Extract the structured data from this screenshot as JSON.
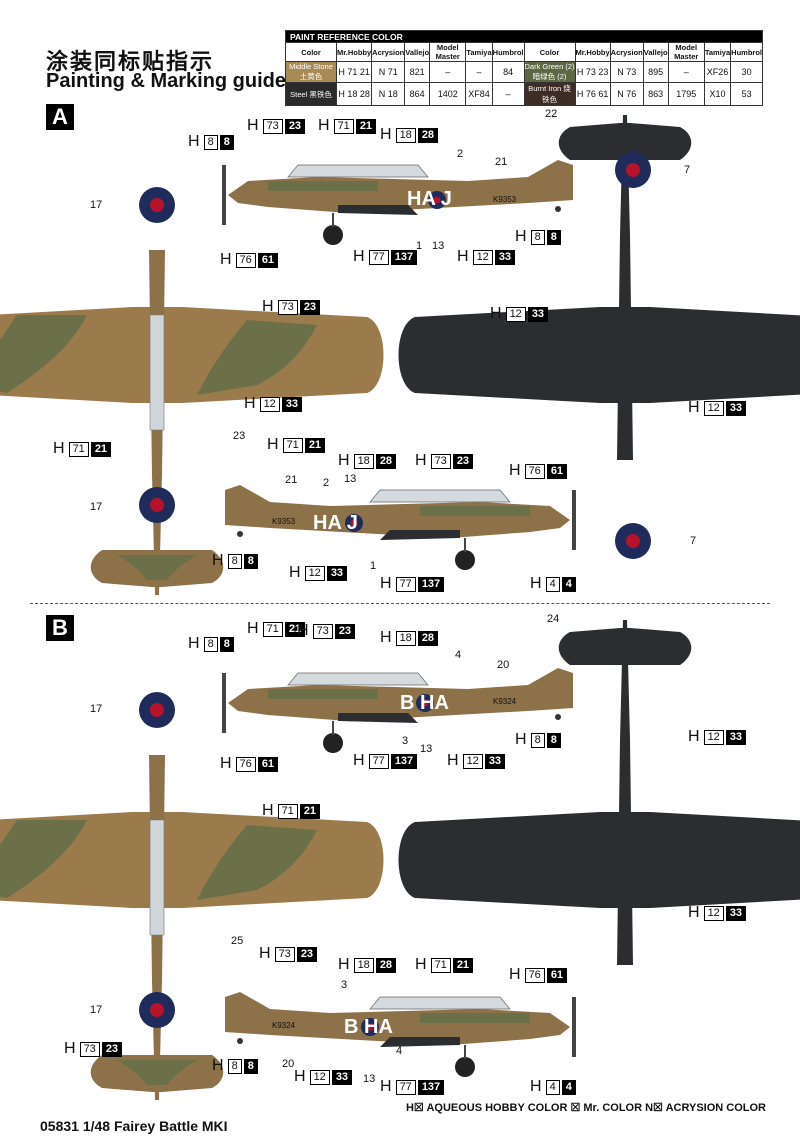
{
  "header": {
    "title_cn": "涂装同标贴指示",
    "title_en": "Painting & Marking guide"
  },
  "paint_table": {
    "heading": "PAINT REFERENCE COLOR",
    "columns": [
      "Color",
      "Mr.Hobby",
      "Acrysion",
      "Vallejo",
      "Model Master",
      "Tamiya",
      "Humbrol"
    ],
    "left_rows": [
      {
        "color": "Middle Stone 土黄色",
        "swatch": "#a88a55",
        "mrhobby": "H 71 21",
        "acrysion": "N 71",
        "vallejo": "821",
        "model_master": "–",
        "tamiya": "–",
        "humbrol": "84"
      },
      {
        "color": "Steel 黑铁色",
        "swatch": "#2a2a2a",
        "mrhobby": "H 18 28",
        "acrysion": "N 18",
        "vallejo": "864",
        "model_master": "1402",
        "tamiya": "XF84",
        "humbrol": "–"
      }
    ],
    "right_rows": [
      {
        "color": "Dark Green (2) 暗绿色 (2)",
        "swatch": "#5d6843",
        "mrhobby": "H 73 23",
        "acrysion": "N 73",
        "vallejo": "895",
        "model_master": "–",
        "tamiya": "XF26",
        "humbrol": "30"
      },
      {
        "color": "Burnt Iron 烧铁色",
        "swatch": "#3d2d25",
        "mrhobby": "H 76 61",
        "acrysion": "N 76",
        "vallejo": "863",
        "model_master": "1795",
        "tamiya": "X10",
        "humbrol": "53"
      }
    ]
  },
  "sections": [
    {
      "letter": "A",
      "code": "HA J",
      "serial": "K9353"
    },
    {
      "letter": "B",
      "code": "B HA",
      "serial": "K9324"
    }
  ],
  "callouts_a": [
    {
      "h": "H",
      "w": "8",
      "k": "8"
    },
    {
      "h": "H",
      "w": "73",
      "k": "23"
    },
    {
      "h": "H",
      "w": "71",
      "k": "21"
    },
    {
      "h": "H",
      "w": "18",
      "k": "28"
    },
    {
      "h": "H",
      "w": "76",
      "k": "61"
    },
    {
      "h": "H",
      "w": "77",
      "k": "137"
    },
    {
      "h": "H",
      "w": "12",
      "k": "33"
    },
    {
      "h": "H",
      "w": "8",
      "k": "8"
    },
    {
      "h": "H",
      "w": "73",
      "k": "23"
    },
    {
      "h": "H",
      "w": "12",
      "k": "33"
    },
    {
      "h": "H",
      "w": "12",
      "k": "33"
    },
    {
      "h": "H",
      "w": "12",
      "k": "33"
    },
    {
      "h": "H",
      "w": "71",
      "k": "21"
    },
    {
      "h": "H",
      "w": "71",
      "k": "21"
    },
    {
      "h": "H",
      "w": "18",
      "k": "28"
    },
    {
      "h": "H",
      "w": "73",
      "k": "23"
    },
    {
      "h": "H",
      "w": "76",
      "k": "61"
    },
    {
      "h": "H",
      "w": "8",
      "k": "8"
    },
    {
      "h": "H",
      "w": "12",
      "k": "33"
    },
    {
      "h": "H",
      "w": "77",
      "k": "137"
    },
    {
      "h": "H",
      "w": "4",
      "k": "4"
    }
  ],
  "callouts_b": [
    {
      "h": "H",
      "w": "8",
      "k": "8"
    },
    {
      "h": "H",
      "w": "71",
      "k": "21"
    },
    {
      "h": "H",
      "w": "73",
      "k": "23"
    },
    {
      "h": "H",
      "w": "18",
      "k": "28"
    },
    {
      "h": "H",
      "w": "76",
      "k": "61"
    },
    {
      "h": "H",
      "w": "77",
      "k": "137"
    },
    {
      "h": "H",
      "w": "12",
      "k": "33"
    },
    {
      "h": "H",
      "w": "8",
      "k": "8"
    },
    {
      "h": "H",
      "w": "12",
      "k": "33"
    },
    {
      "h": "H",
      "w": "71",
      "k": "21"
    },
    {
      "h": "H",
      "w": "12",
      "k": "33"
    },
    {
      "h": "H",
      "w": "73",
      "k": "23"
    },
    {
      "h": "H",
      "w": "18",
      "k": "28"
    },
    {
      "h": "H",
      "w": "71",
      "k": "21"
    },
    {
      "h": "H",
      "w": "76",
      "k": "61"
    },
    {
      "h": "H",
      "w": "73",
      "k": "23"
    },
    {
      "h": "H",
      "w": "8",
      "k": "8"
    },
    {
      "h": "H",
      "w": "12",
      "k": "33"
    },
    {
      "h": "H",
      "w": "77",
      "k": "137"
    },
    {
      "h": "H",
      "w": "4",
      "k": "4"
    }
  ],
  "numbers_a": [
    "22",
    "2",
    "21",
    "7",
    "17",
    "1",
    "13",
    "17",
    "23",
    "21",
    "2",
    "13",
    "1",
    "7"
  ],
  "numbers_b": [
    "24",
    "4",
    "20",
    "17",
    "3",
    "13",
    "25",
    "3",
    "20",
    "4",
    "13",
    "17"
  ],
  "footer": {
    "kit": "05831 1/48  Fairey Battle MKI"
  },
  "legend": {
    "text": "H☒ AQUEOUS HOBBY COLOR   ☒ Mr. COLOR   N☒ ACRYSION COLOR"
  }
}
